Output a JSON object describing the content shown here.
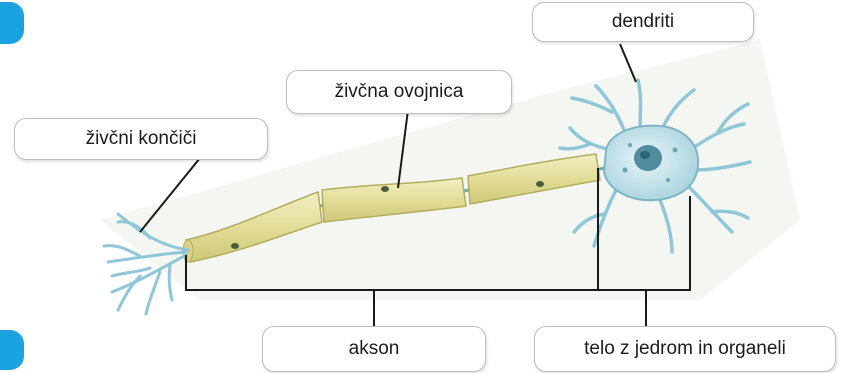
{
  "colors": {
    "tab_blue": "#1aa3e0",
    "neuron_blue": "#8fc7d8",
    "neuron_dark": "#5f9fb3",
    "sheath_fill": "#e7e3a3",
    "sheath_stroke": "#b3ad5e",
    "bracket": "#1a1a1a"
  },
  "labels": {
    "dendrites": "dendriti",
    "myelin_sheath": "živčna ovojnica",
    "nerve_endings": "živčni končiči",
    "axon": "akson",
    "cell_body": "telo z jedrom in organeli"
  }
}
